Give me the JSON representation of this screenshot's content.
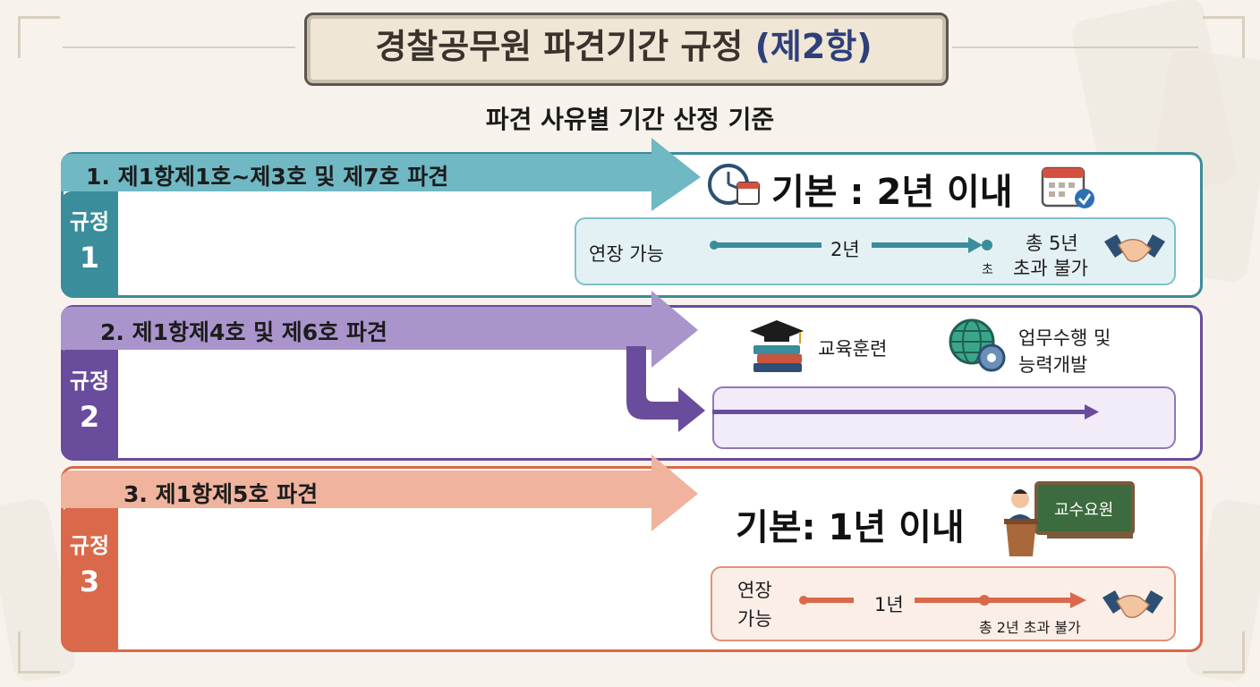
{
  "title": {
    "main": "경찰공무원 파견기간 규정 ",
    "highlight": "(제2항)"
  },
  "subtitle": "파견 사유별 기간 산정 기준",
  "rule1": {
    "tab_word": "규정",
    "tab_num": "1",
    "arrow_label": "1. 제1항제1호~제3호 및 제7호 파견",
    "basic": "기본 : 2년 이내",
    "ext_label": "연장 가능",
    "ext_period": "2년",
    "ext_small": "초",
    "ext_total_1": "총 5년",
    "ext_total_2": "초과 불가",
    "colors": {
      "main": "#3a8d9a",
      "arrow": "#6fb8c4",
      "sub_bg": "#e4f1f4"
    }
  },
  "rule2": {
    "tab_word": "규정",
    "tab_num": "2",
    "arrow_label": "2. 제1항제4호 및 제6호 파견",
    "item1": "교육훈련",
    "item2_1": "업무수행 및",
    "item2_2": "능력개발",
    "colors": {
      "main": "#6a4c9c",
      "arrow": "#a995cc",
      "sub_bg": "#f1ecf8"
    }
  },
  "rule3": {
    "tab_word": "규정",
    "tab_num": "3",
    "arrow_label": "3. 제1항제5호 파견",
    "basic": "기본: 1년 이내",
    "board_text": "교수요원",
    "ext_label_1": "연장",
    "ext_label_2": "가능",
    "ext_period": "1년",
    "ext_total": "총 2년 초과 불가",
    "colors": {
      "main": "#d9694a",
      "arrow": "#f0b39e",
      "sub_bg": "#fbeee7"
    }
  }
}
